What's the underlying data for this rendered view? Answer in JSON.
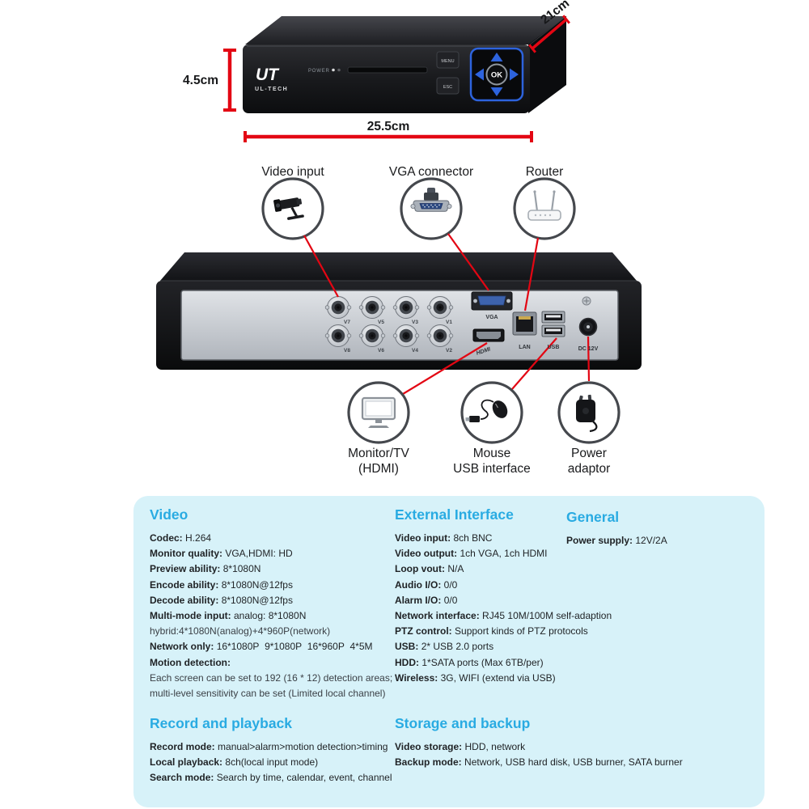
{
  "colors": {
    "accent_red": "#e30613",
    "heading_blue": "#29abe2",
    "panel_bg": "#d7f2f9"
  },
  "front_view": {
    "brand": "UT",
    "brand_sub": "UL-TECH",
    "power_label": "POWER",
    "menu_button": "MENU",
    "esc_button": "ESC",
    "ok_button": "OK",
    "dimensions": {
      "depth": "21cm",
      "height": "4.5cm",
      "width": "25.5cm"
    }
  },
  "callouts_top": [
    {
      "label": "Video input"
    },
    {
      "label": "VGA connector"
    },
    {
      "label": "Router"
    }
  ],
  "callouts_bottom": [
    {
      "line1": "Monitor/TV",
      "line2": "(HDMI)"
    },
    {
      "line1": "Mouse",
      "line2": "USB interface"
    },
    {
      "line1": "Power",
      "line2": "adaptor"
    }
  ],
  "rear_view": {
    "bnc_labels": [
      "V7",
      "V5",
      "V3",
      "V1",
      "V8",
      "V6",
      "V4",
      "V2"
    ],
    "port_labels": {
      "vga": "VGA",
      "hdmi": "HDMI",
      "lan": "LAN",
      "usb": "USB",
      "dc": "DC 12V"
    }
  },
  "specs": {
    "video": {
      "title": "Video",
      "rows": [
        {
          "label": "Codec:",
          "value": "H.264"
        },
        {
          "label": "Monitor quality:",
          "value": "VGA,HDMI: HD"
        },
        {
          "label": "Preview ability:",
          "value": "8*1080N"
        },
        {
          "label": "Encode ability:",
          "value": "8*1080N@12fps"
        },
        {
          "label": "Decode ability:",
          "value": "8*1080N@12fps"
        },
        {
          "label": "Multi-mode input:",
          "value": "analog: 8*1080N"
        },
        {
          "label": "",
          "value": "hybrid:4*1080N(analog)+4*960P(network)"
        },
        {
          "label": "Network only:",
          "value": "16*1080P  9*1080P  16*960P  4*5M"
        },
        {
          "label": "Motion detection:",
          "value": ""
        },
        {
          "label": "",
          "value": "Each screen can be set to 192 (16 * 12) detection areas;"
        },
        {
          "label": "",
          "value": "multi-level sensitivity can be set (Limited local channel)"
        }
      ]
    },
    "external": {
      "title": "External Interface",
      "rows": [
        {
          "label": "Video input:",
          "value": "8ch BNC"
        },
        {
          "label": "Video output:",
          "value": "1ch VGA, 1ch HDMI"
        },
        {
          "label": "Loop vout:",
          "value": "N/A"
        },
        {
          "label": "Audio I/O:",
          "value": "0/0"
        },
        {
          "label": "Alarm I/O:",
          "value": "0/0"
        },
        {
          "label": "Network interface:",
          "value": "RJ45 10M/100M self-adaption"
        },
        {
          "label": "PTZ control:",
          "value": "Support kinds of PTZ protocols"
        },
        {
          "label": "USB:",
          "value": "2* USB 2.0 ports"
        },
        {
          "label": "HDD:",
          "value": "1*SATA ports (Max 6TB/per)"
        },
        {
          "label": "Wireless:",
          "value": "3G, WIFI (extend via USB)"
        }
      ]
    },
    "general": {
      "title": "General",
      "rows": [
        {
          "label": "Power supply:",
          "value": "12V/2A"
        }
      ]
    },
    "record": {
      "title": "Record and playback",
      "rows": [
        {
          "label": "Record mode:",
          "value": "manual>alarm>motion detection>timing"
        },
        {
          "label": "Local playback:",
          "value": "8ch(local input mode)"
        },
        {
          "label": "Search mode:",
          "value": "Search by time, calendar, event, channel"
        }
      ]
    },
    "storage": {
      "title": "Storage and backup",
      "rows": [
        {
          "label": "Video storage:",
          "value": "HDD, network"
        },
        {
          "label": "Backup mode:",
          "value": "Network, USB hard disk, USB burner, SATA burner"
        }
      ]
    }
  }
}
